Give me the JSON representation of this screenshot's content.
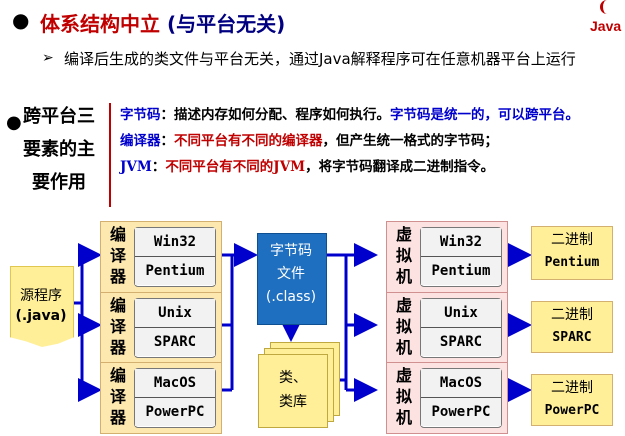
{
  "header": {
    "title_main": "体系结构中立",
    "title_paren": "(与平台无关)",
    "bullet_text": "编译后生成的类文件与平台无关，通过Java解释程序可在任意机器平台上运行"
  },
  "logo": {
    "text": "Java"
  },
  "section_label": [
    "跨平台三",
    "要素的主",
    "要作用"
  ],
  "descriptions": [
    {
      "term": "字节码",
      "sep": "：",
      "body": "描述内存如何分配、程序如何执行。",
      "emph": "字节码是统一的，可以跨平台。"
    },
    {
      "term": "编译器",
      "sep": "：",
      "emph": "不同平台有不同的编译器",
      "body": "，但产生统一格式的字节码；"
    },
    {
      "term": "JVM",
      "sep": "：",
      "emph": "不同平台有不同的JVM",
      "body": "，将字节码翻译成二进制指令。"
    }
  ],
  "diagram": {
    "source": [
      "源程序",
      "(.java)"
    ],
    "compiler_label": [
      "编",
      "译",
      "器"
    ],
    "vm_label": [
      "虚",
      "拟",
      "机"
    ],
    "platforms": [
      {
        "os": "Win32",
        "cpu": "Pentium"
      },
      {
        "os": "Unix",
        "cpu": "SPARC"
      },
      {
        "os": "MacOS",
        "cpu": "PowerPC"
      }
    ],
    "bytecode": [
      "字节码",
      "文件",
      "(.class)"
    ],
    "library": [
      "类、",
      "类库"
    ],
    "binary_label": "二进制",
    "binaries": [
      "Pentium",
      "SPARC",
      "PowerPC"
    ]
  }
}
